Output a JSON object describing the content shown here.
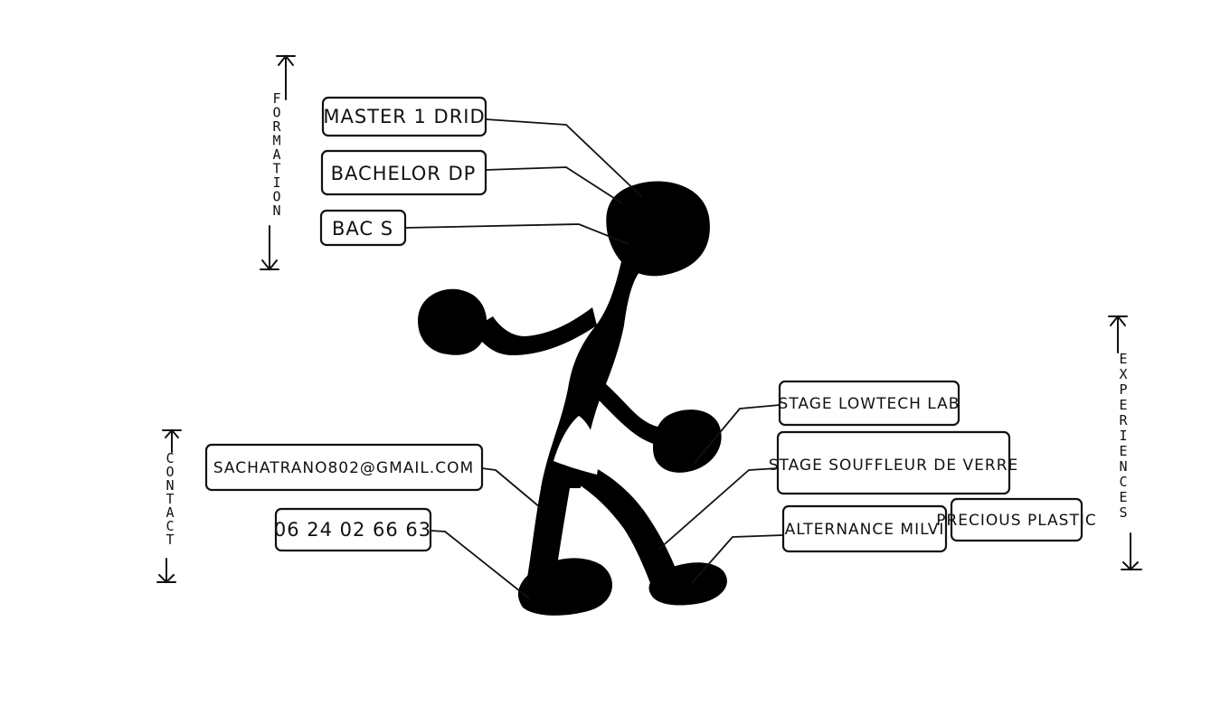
{
  "categories": {
    "formation": {
      "label": "FORMATION"
    },
    "contact": {
      "label": "CONTACT"
    },
    "experiences": {
      "label": "EXPERIENCES"
    }
  },
  "formation": [
    {
      "label": "MASTER 1 DRID"
    },
    {
      "label": "BACHELOR DP"
    },
    {
      "label": "BAC S"
    }
  ],
  "contact": [
    {
      "label": "SACHATRANO802@GMAIL.COM"
    },
    {
      "label": "06 24 02 66 63"
    }
  ],
  "experiences": [
    {
      "label": "STAGE LOWTECH LAB"
    },
    {
      "label": "STAGE SOUFFLEUR DE VERRE"
    },
    {
      "label": "ALTERNANCE MILVI"
    },
    {
      "label": "PRECIOUS PLASTIC"
    }
  ],
  "colors": {
    "ink": "#111111",
    "background": "#ffffff"
  },
  "icons": {
    "figure": "stick-figure-icon"
  }
}
